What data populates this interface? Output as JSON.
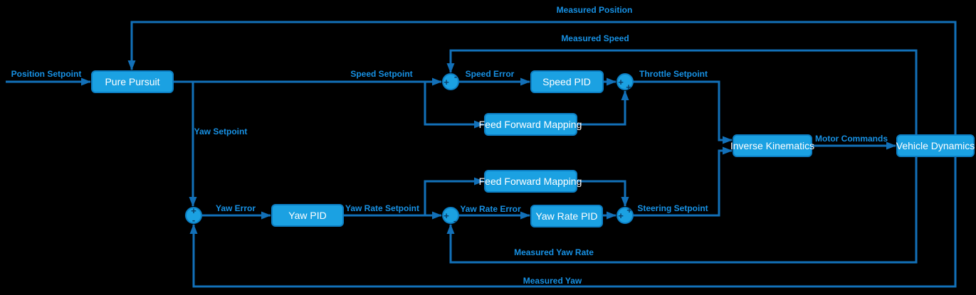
{
  "colors": {
    "background": "#000000",
    "edge": "#1270b8",
    "block_fill": "#1ba1e2",
    "block_border": "#0d7fc4",
    "block_text": "#ffffff",
    "label_text": "#1791e4",
    "junction_sign": "#0a3c66"
  },
  "blocks": {
    "pure_pursuit": {
      "label": "Pure Pursuit"
    },
    "speed_pid": {
      "label": "Speed PID"
    },
    "feed_forward_top": {
      "label": "Feed Forward Mapping"
    },
    "feed_forward_bottom": {
      "label": "Feed Forward Mapping"
    },
    "yaw_pid": {
      "label": "Yaw PID"
    },
    "yaw_rate_pid": {
      "label": "Yaw Rate PID"
    },
    "inverse_kinematics": {
      "label": "Inverse Kinematics"
    },
    "vehicle_dynamics": {
      "label": "Vehicle Dynamics"
    }
  },
  "edge_labels": {
    "position_setpoint": "Position Setpoint",
    "measured_position": "Measured Position",
    "measured_speed": "Measured Speed",
    "speed_setpoint": "Speed Setpoint",
    "speed_error": "Speed Error",
    "throttle_setpoint": "Throttle Setpoint",
    "yaw_setpoint": "Yaw Setpoint",
    "yaw_error": "Yaw Error",
    "yaw_rate_setpoint": "Yaw Rate Setpoint",
    "yaw_rate_error": "Yaw Rate Error",
    "steering_setpoint": "Steering Setpoint",
    "measured_yaw_rate": "Measured Yaw Rate",
    "measured_yaw": "Measured Yaw",
    "motor_commands": "Motor Commands"
  },
  "junctions": {
    "speed_error_sum": {
      "sign_a": "+",
      "sign_b": "-"
    },
    "throttle_sum": {
      "sign_a": "+",
      "sign_b": "+"
    },
    "yaw_error_sum": {
      "sign_a": "+",
      "sign_b": "-"
    },
    "yaw_rate_error_sum": {
      "sign_a": "+",
      "sign_b": "-"
    },
    "steering_sum": {
      "sign_a": "+",
      "sign_b": "+"
    }
  }
}
